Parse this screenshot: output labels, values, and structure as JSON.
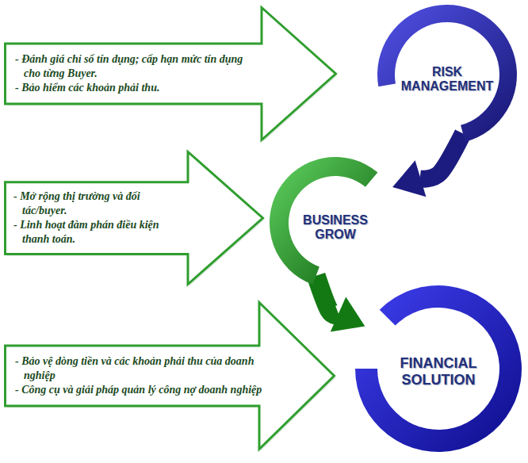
{
  "diagram": {
    "nodes": [
      {
        "text": [
          "- Đánh giá chỉ số tín dụng; cấp hạn mức tín dụng cho từng Buyer.",
          "- Bảo hiểm các khoản phải thu."
        ]
      },
      {
        "text": [
          "RISK MANAGEMENT"
        ]
      },
      {
        "text": [
          "- Mở rộng thị trường và đối tác/buyer.",
          "- Linh hoạt đàm phán điều kiện thanh toán."
        ]
      },
      {
        "text": [
          "BUSINESS GROW"
        ]
      },
      {
        "text": [
          "- Bảo vệ dòng tiền và  các khoản phải thu của doanh nghiệp",
          "- Công cụ và giải pháp quản lý công nợ doanh nghiệp"
        ]
      },
      {
        "text": [
          "FINANCIAL SOLUTION"
        ]
      }
    ],
    "edges": [
      {
        "from": 1,
        "to": 3,
        "arrow": "to"
      },
      {
        "from": 3,
        "to": 5,
        "arrow": "to"
      }
    ]
  }
}
